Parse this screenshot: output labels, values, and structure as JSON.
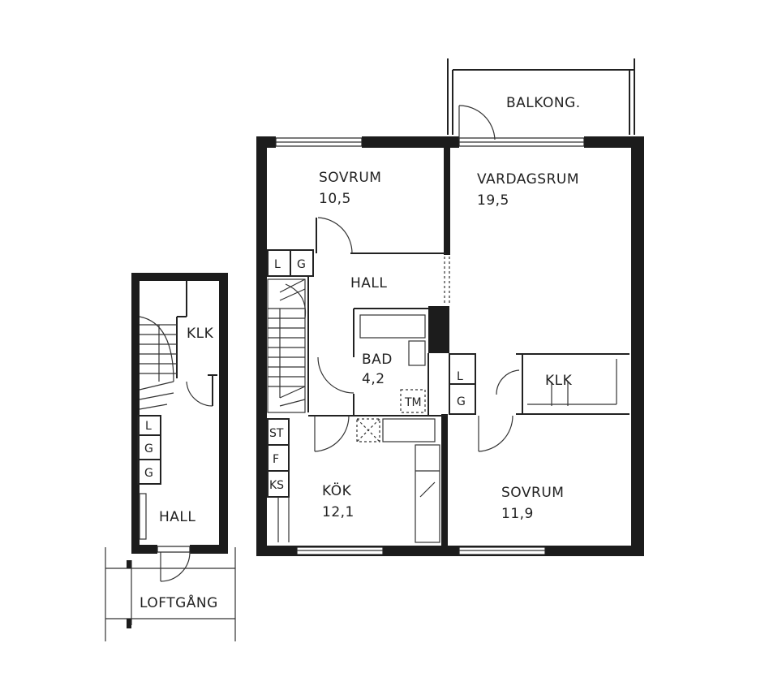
{
  "rooms": {
    "balkong": {
      "name": "BALKONG."
    },
    "sovrum_top": {
      "name": "SOVRUM",
      "area": "10,5"
    },
    "vardagsrum": {
      "name": "VARDAGSRUM",
      "area": "19,5"
    },
    "hall_main": {
      "name": "HALL"
    },
    "bad": {
      "name": "BAD",
      "area": "4,2"
    },
    "klk_right": {
      "name": "KLK"
    },
    "kok": {
      "name": "KÖK",
      "area": "12,1"
    },
    "sovrum_bottom": {
      "name": "SOVRUM",
      "area": "11,9"
    },
    "klk_left": {
      "name": "KLK"
    },
    "hall_left": {
      "name": "HALL"
    },
    "loftgang": {
      "name": "LOFTGÅNG"
    }
  },
  "fixtures": {
    "lg_top": [
      "L",
      "G"
    ],
    "lg_right": [
      "L",
      "G"
    ],
    "lgg_left": [
      "L",
      "G",
      "G"
    ],
    "kitchen": [
      "ST",
      "F",
      "KS"
    ],
    "tm": "TM"
  }
}
